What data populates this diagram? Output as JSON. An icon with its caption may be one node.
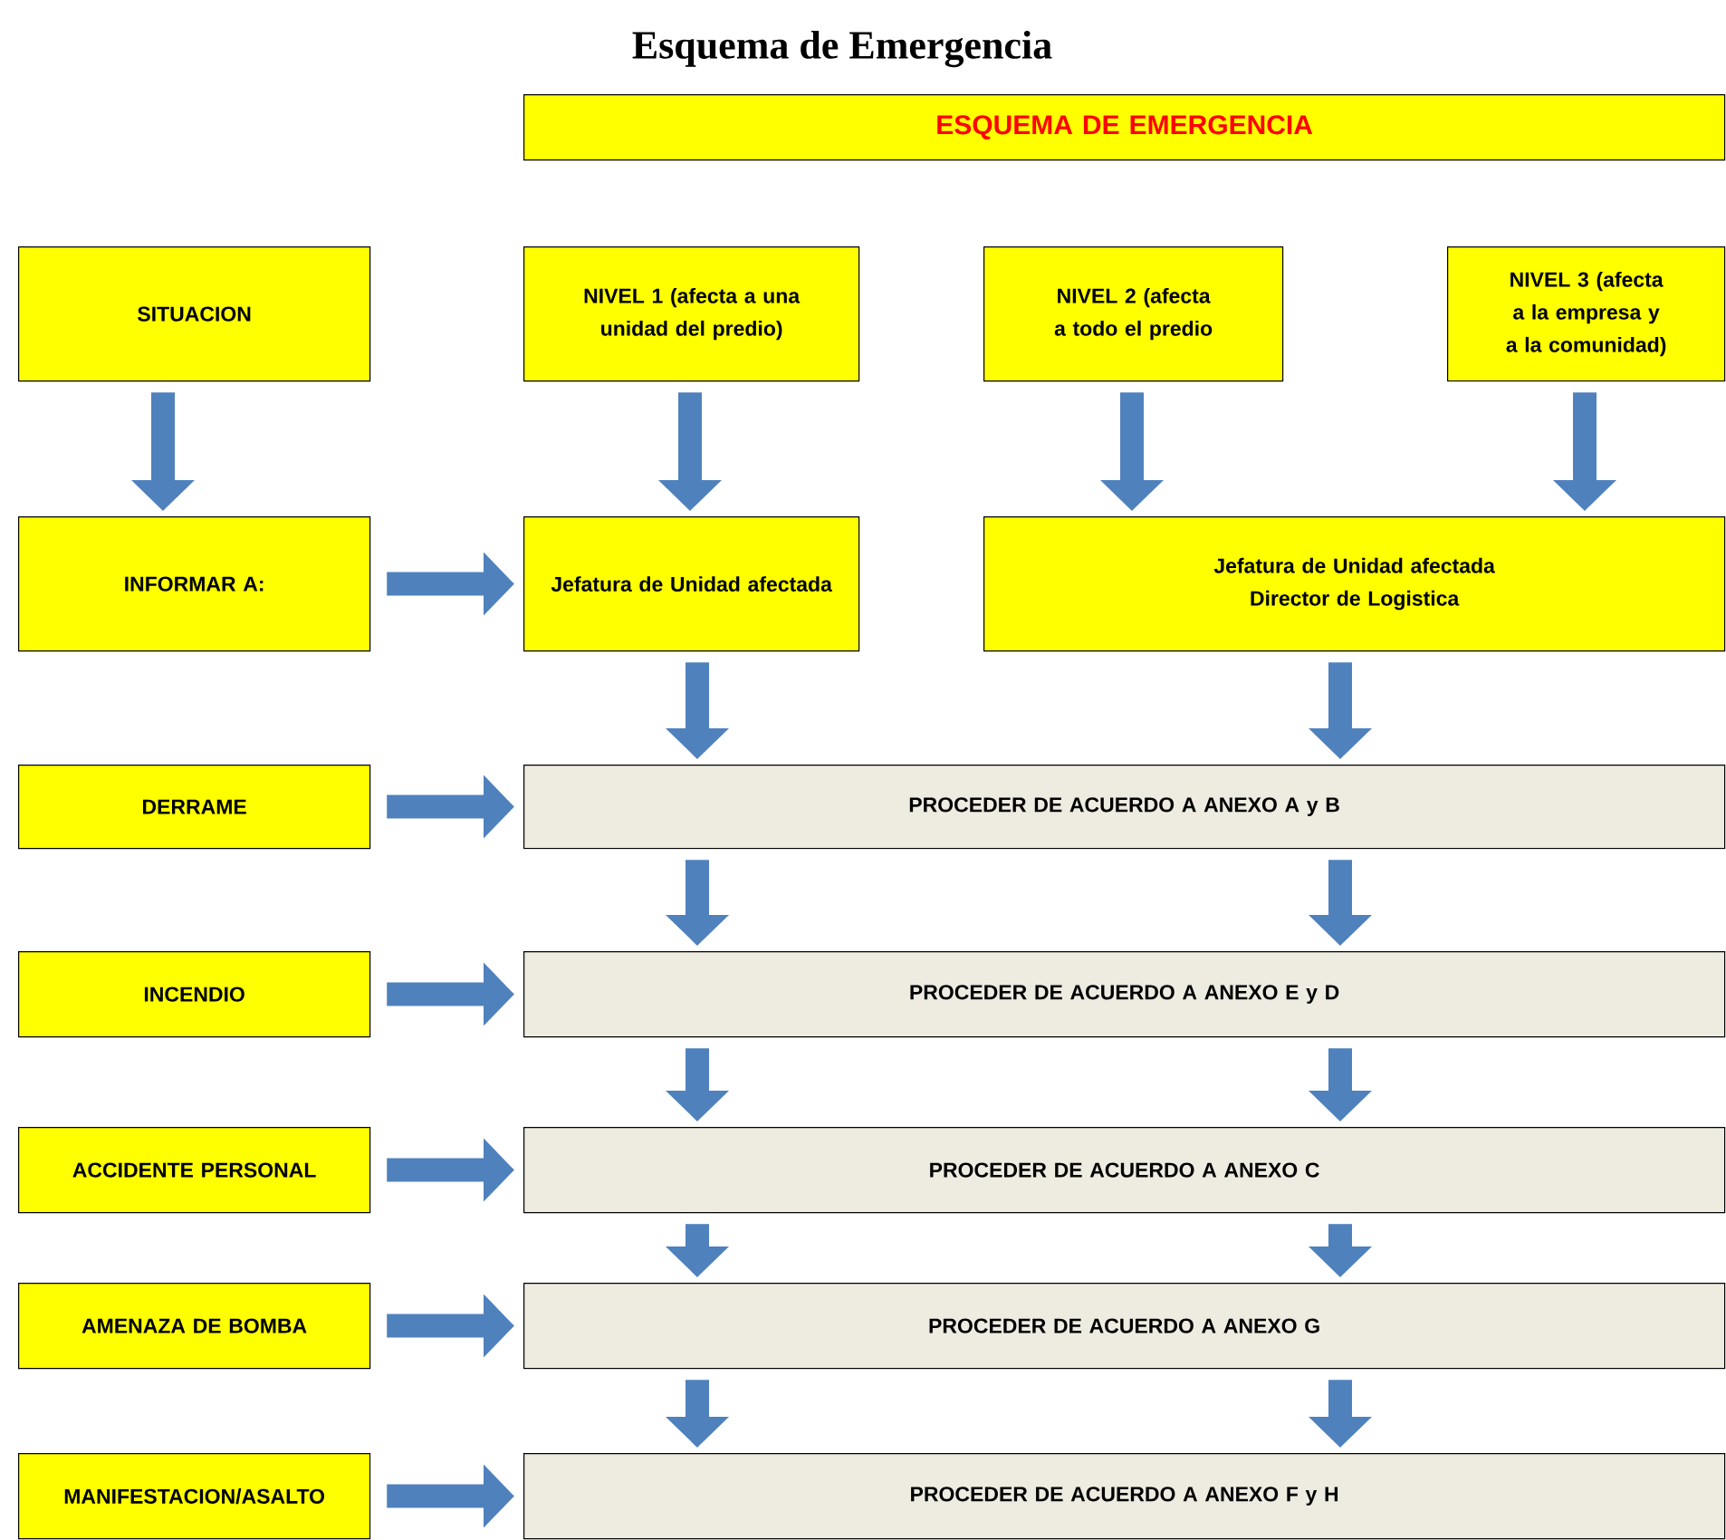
{
  "diagram": {
    "title": "Esquema de Emergencia",
    "nodes": [
      {
        "text": [
          "ESQUEMA DE EMERGENCIA"
        ]
      },
      {
        "text": [
          "SITUACION"
        ]
      },
      {
        "text": [
          "NIVEL 1 (afecta a una unidad del predio)"
        ]
      },
      {
        "text": [
          "NIVEL 2 (afecta a todo el predio"
        ]
      },
      {
        "text": [
          "NIVEL 3 (afecta a la empresa y a la comunidad)"
        ]
      },
      {
        "text": [
          "INFORMAR A:"
        ]
      },
      {
        "text": [
          "Jefatura de Unidad afectada"
        ]
      },
      {
        "text": [
          "Jefatura de Unidad afectada",
          "Director de Logistica"
        ]
      },
      {
        "text": [
          "DERRAME"
        ]
      },
      {
        "text": [
          "PROCEDER DE ACUERDO A ANEXO A y B"
        ]
      },
      {
        "text": [
          "INCENDIO"
        ]
      },
      {
        "text": [
          "PROCEDER DE ACUERDO A ANEXO E y D"
        ]
      },
      {
        "text": [
          "ACCIDENTE PERSONAL"
        ]
      },
      {
        "text": [
          "PROCEDER DE ACUERDO A ANEXO C"
        ]
      },
      {
        "text": [
          "AMENAZA DE BOMBA"
        ]
      },
      {
        "text": [
          "PROCEDER DE ACUERDO A ANEXO G"
        ]
      },
      {
        "text": [
          "MANIFESTACION/ASALTO"
        ]
      },
      {
        "text": [
          "PROCEDER DE ACUERDO A ANEXO F y H"
        ]
      }
    ],
    "edges": [
      {
        "from": 1,
        "to": 5,
        "arrow": "to"
      },
      {
        "from": 2,
        "to": 6,
        "arrow": "to"
      },
      {
        "from": 3,
        "to": 7,
        "arrow": "to"
      },
      {
        "from": 4,
        "to": 7,
        "arrow": "to"
      },
      {
        "from": 5,
        "to": 6,
        "arrow": "to"
      },
      {
        "from": 6,
        "to": 9,
        "arrow": "to"
      },
      {
        "from": 7,
        "to": 9,
        "arrow": "to"
      },
      {
        "from": 8,
        "to": 9,
        "arrow": "to"
      },
      {
        "from": 9,
        "to": 11,
        "arrow": "to"
      },
      {
        "from": 9,
        "to": 11,
        "arrow": "to"
      },
      {
        "from": 10,
        "to": 11,
        "arrow": "to"
      },
      {
        "from": 11,
        "to": 13,
        "arrow": "to"
      },
      {
        "from": 11,
        "to": 13,
        "arrow": "to"
      },
      {
        "from": 12,
        "to": 13,
        "arrow": "to"
      },
      {
        "from": 13,
        "to": 15,
        "arrow": "to"
      },
      {
        "from": 13,
        "to": 15,
        "arrow": "to"
      },
      {
        "from": 14,
        "to": 15,
        "arrow": "to"
      },
      {
        "from": 15,
        "to": 17,
        "arrow": "to"
      },
      {
        "from": 15,
        "to": 17,
        "arrow": "to"
      },
      {
        "from": 16,
        "to": 17,
        "arrow": "to"
      }
    ]
  }
}
